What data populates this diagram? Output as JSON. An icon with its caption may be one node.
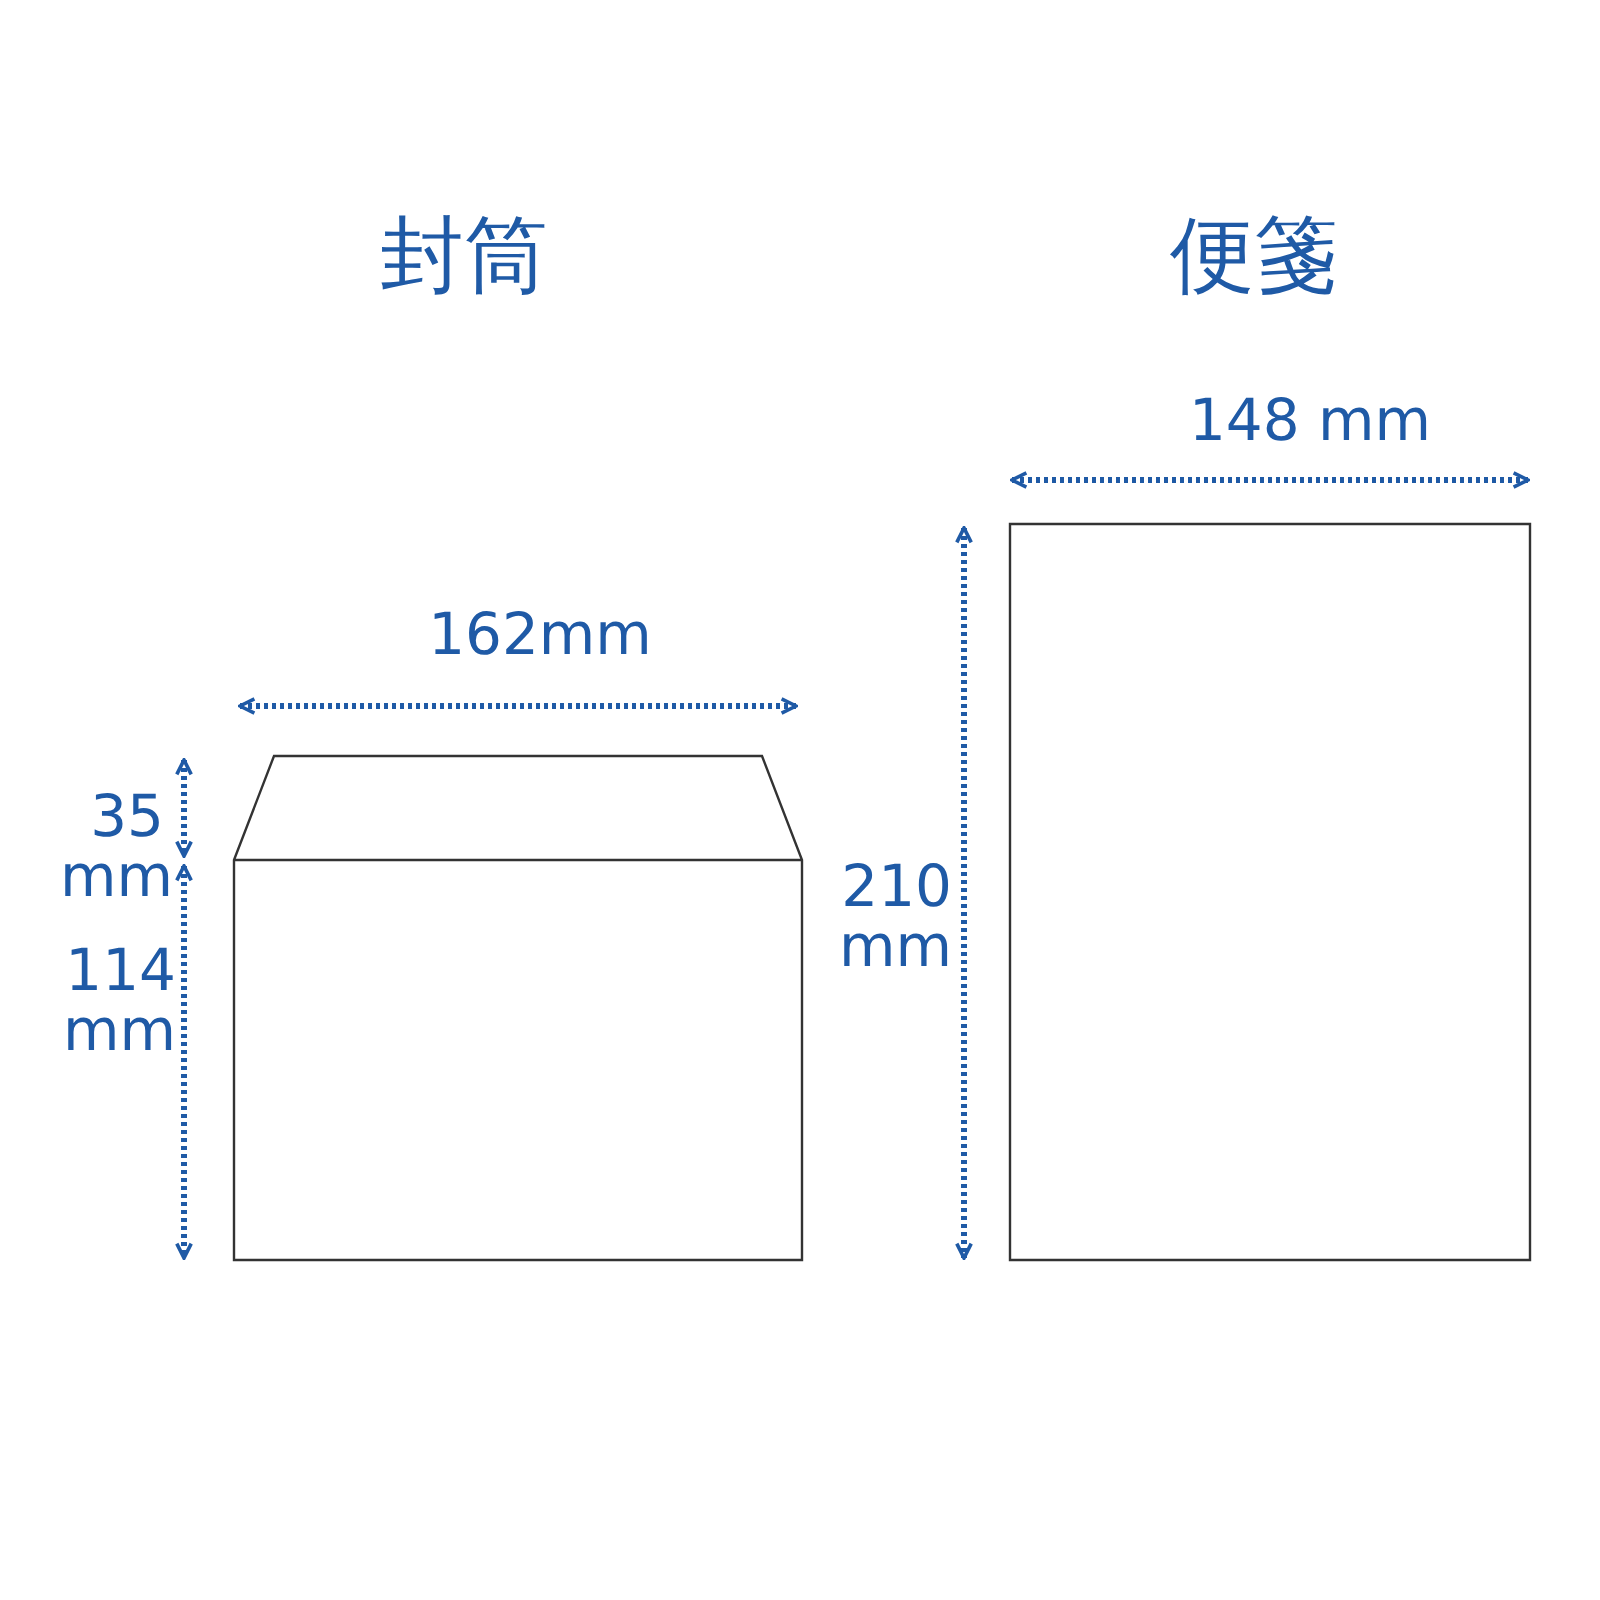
{
  "diagram": {
    "nodes": [
      {
        "text": [
          "封筒"
        ]
      },
      {
        "text": [
          "便箋"
        ]
      }
    ],
    "labels": [
      "162mm",
      "35 mm",
      "114 mm",
      "148 mm",
      "210 mm"
    ]
  }
}
